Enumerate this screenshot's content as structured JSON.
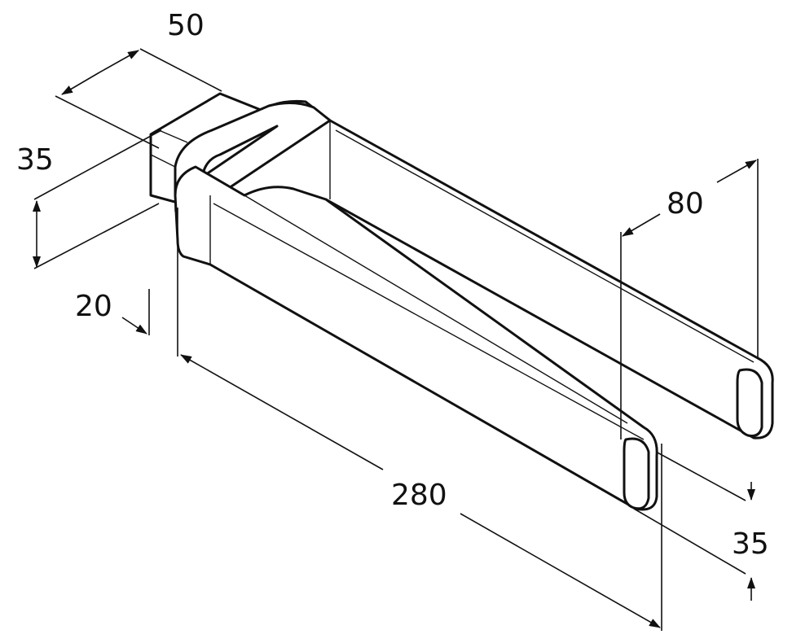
{
  "drawing": {
    "title": "Two-arm towel holder dimension drawing",
    "dimensions": {
      "mount_depth": "50",
      "mount_height": "35",
      "mount_offset": "20",
      "arm_spacing": "80",
      "arm_length": "280",
      "arm_height": "35"
    }
  }
}
